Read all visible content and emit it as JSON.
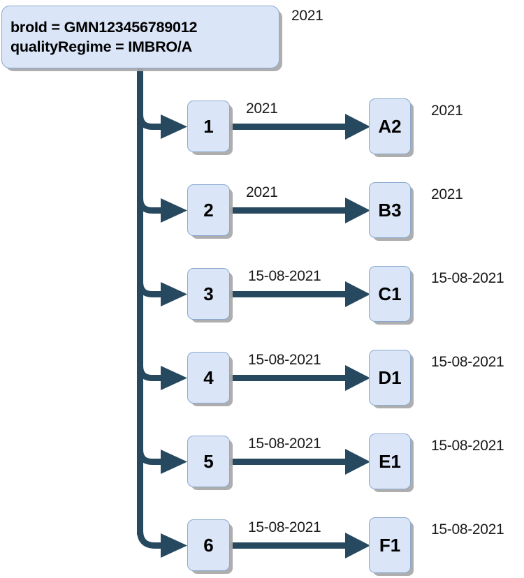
{
  "diagram": {
    "type": "tree-hierarchy",
    "colors": {
      "node_fill": "#dae5f7",
      "node_border": "#8aa9cf",
      "connector": "#27495f",
      "shadow": "#aaaaaa",
      "text": "#000000",
      "background": "#ffffff"
    },
    "root": {
      "line1": "broId = GMN123456789012",
      "line2": "qualityRegime = IMBRO/A",
      "side_label": "2021"
    },
    "rows": [
      {
        "mid_label": "1",
        "edge_label": "2021",
        "leaf_label": "A2",
        "leaf_side_label": "2021"
      },
      {
        "mid_label": "2",
        "edge_label": "2021",
        "leaf_label": "B3",
        "leaf_side_label": "2021"
      },
      {
        "mid_label": "3",
        "edge_label": "15-08-2021",
        "leaf_label": "C1",
        "leaf_side_label": "15-08-2021"
      },
      {
        "mid_label": "4",
        "edge_label": "15-08-2021",
        "leaf_label": "D1",
        "leaf_side_label": "15-08-2021"
      },
      {
        "mid_label": "5",
        "edge_label": "15-08-2021",
        "leaf_label": "E1",
        "leaf_side_label": "15-08-2021"
      },
      {
        "mid_label": "6",
        "edge_label": "15-08-2021",
        "leaf_label": "F1",
        "leaf_side_label": "15-08-2021"
      }
    ]
  }
}
